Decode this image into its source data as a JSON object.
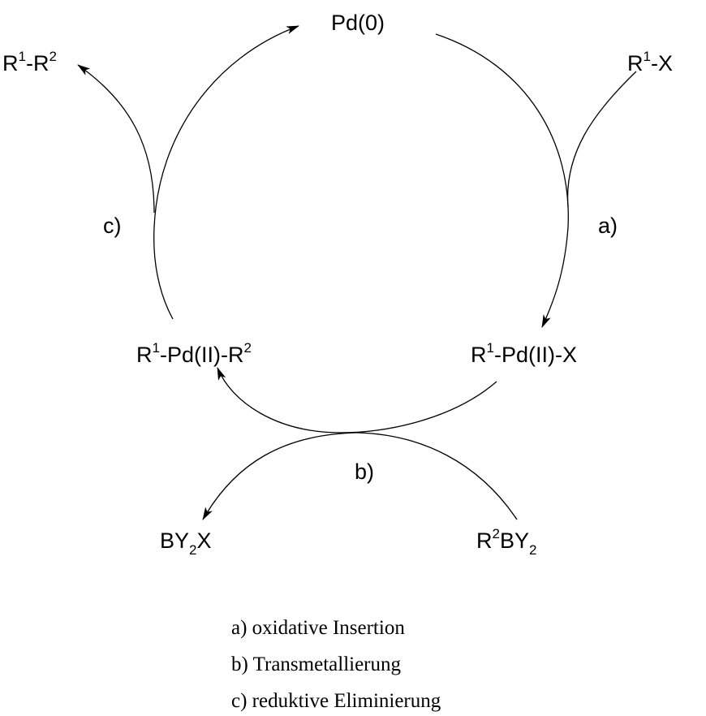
{
  "species": {
    "pd0": "Pd(0)",
    "r1x": {
      "r": "R",
      "sup": "1",
      "rest": "-X"
    },
    "r1r2": {
      "r": "R",
      "sup1": "1",
      "mid": "-R",
      "sup2": "2"
    },
    "r1pdx": {
      "r": "R",
      "sup": "1",
      "rest": "-Pd(II)-X"
    },
    "r1pdr2": {
      "r": "R",
      "sup1": "1",
      "mid": "-Pd(II)-R",
      "sup2": "2"
    },
    "by2x": {
      "a": "BY",
      "sub": "2",
      "b": "X"
    },
    "r2by2": {
      "r": "R",
      "sup": "2",
      "mid": "BY",
      "sub": "2"
    }
  },
  "step_labels": {
    "a": "a)",
    "b": "b)",
    "c": "c)"
  },
  "legend": [
    "a) oxidative Insertion",
    "b) Transmetallierung",
    "c) reduktive Eliminierung"
  ]
}
